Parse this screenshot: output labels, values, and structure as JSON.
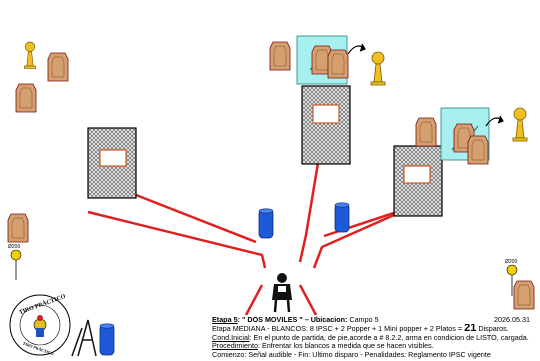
{
  "stage": {
    "title_prefix": "Etapa 5",
    "title_name": ": \" DOS MOVILES \"",
    "location_label": "– Ubicacion:",
    "location_value": "Campo 5",
    "date": "2026.05.31",
    "line1_pre": "Etapa MEDIANA - BLANCOS: 8 IPSC + 2 Popper + 1 Mini popper + 2 Platos =",
    "line1_total": "21",
    "line1_post": "Disparos.",
    "line2_label": "Cond.Inicial",
    "line2_text": ": En el punto de partida, de pie,acorde a # 8.2.2, arma en condicion de LISTO, cargada.",
    "line3_label": "Procedimiento",
    "line3_text": ": Enfrentar los blancos a medida que se hacen visibles.",
    "line4": "Comienzo: Señal audible - Fin: Ultimo disparo - Penalidades: Reglamento IPSC vigente"
  },
  "plate_labels": {
    "left": "Ø200",
    "right": "Ø200"
  },
  "logo": {
    "top": "TIRO PRÁCTICO",
    "bottom": "TIRO PRÁCTICO"
  },
  "colors": {
    "fault_line": "#e02020",
    "barrel": "#1e5ad8",
    "popper": "#f0c020",
    "mover": "#a8f0f0",
    "target": "#d4a070",
    "stand": "#7a1010"
  }
}
